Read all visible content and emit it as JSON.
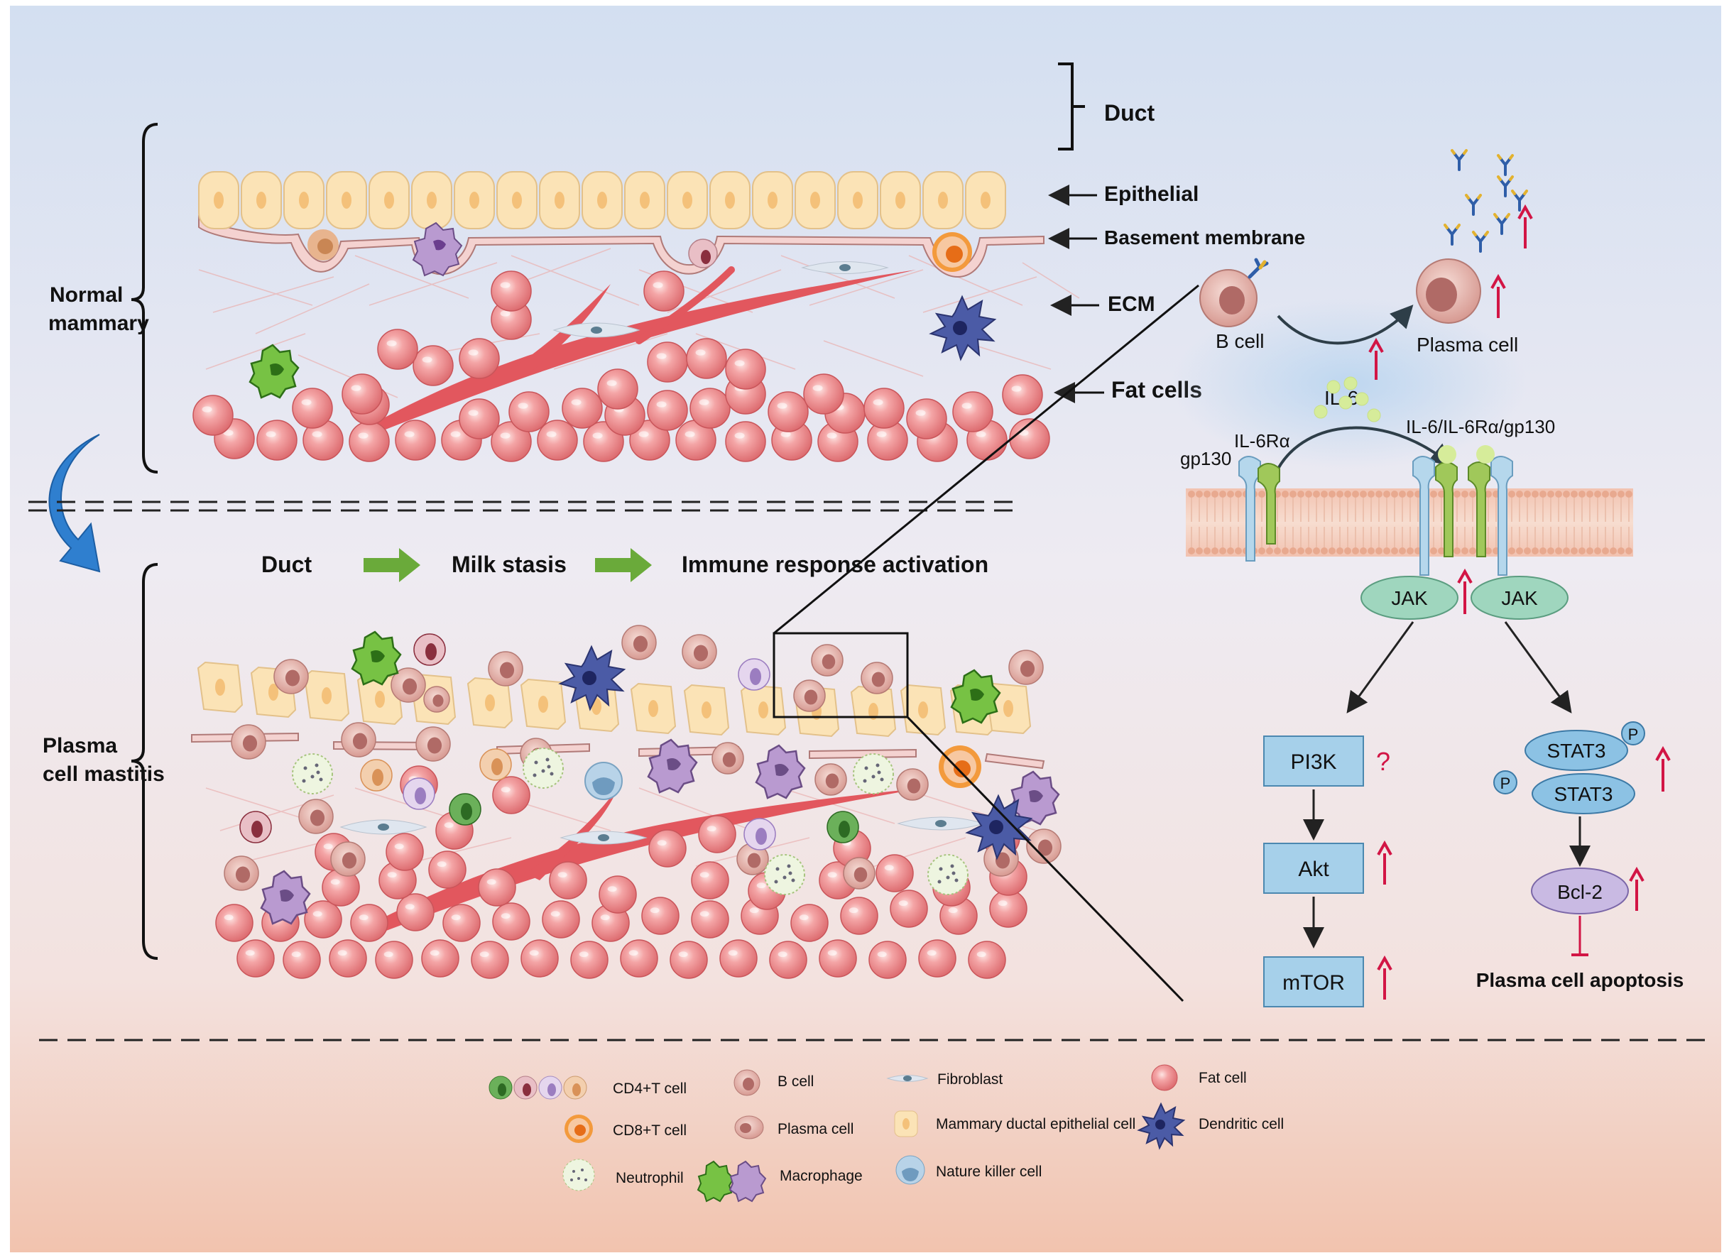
{
  "colors": {
    "bg_top": "#d6e1f2",
    "bg_mid": "#f2ecf0",
    "bg_bottom": "#f2c7b4",
    "fat_cell": "#ec8c8e",
    "epithelial": "#fbe3b6",
    "vessel": "#e2575e",
    "arrow_green": "#6aaa3a",
    "arrow_up_red": "#d21545",
    "box_blue": "#a6d0ea",
    "jak_teal": "#9fd6be",
    "stat_blue": "#8cc2e4",
    "bcl_purple": "#c9bae3",
    "curved_arrow_blue": "#3f8fd6"
  },
  "top_panel": {
    "section_label": "Normal\nmammary",
    "labels": {
      "duct": "Duct",
      "epithelial": "Epithelial",
      "basement_membrane": "Basement membrane",
      "ecm": "ECM",
      "fat_cells": "Fat cells"
    }
  },
  "bottom_panel": {
    "section_label": "Plasma\ncell mastitis",
    "flow": [
      "Duct",
      "Milk stasis",
      "Immune response activation"
    ]
  },
  "pathway": {
    "b_cell": "B cell",
    "plasma_cell": "Plasma cell",
    "il6": "IL-6",
    "il6r": "IL-6Rα",
    "gp130": "gp130",
    "complex": "IL-6/IL-6Rα/gp130",
    "jak": "JAK",
    "pi3k": "PI3K",
    "question": "?",
    "akt": "Akt",
    "mtor": "mTOR",
    "stat3": "STAT3",
    "p": "P",
    "bcl2": "Bcl-2",
    "apoptosis": "Plasma cell apoptosis"
  },
  "legend": {
    "cd4": "CD4+T cell",
    "cd8": "CD8+T cell",
    "neutrophil": "Neutrophil",
    "b_cell": "B cell",
    "plasma_cell": "Plasma cell",
    "macrophage": "Macrophage",
    "fibroblast": "Fibroblast",
    "epithelial_cell": "Mammary ductal epithelial cell",
    "nk_cell": "Nature killer cell",
    "fat_cell": "Fat cell",
    "dendritic_cell": "Dendritic cell"
  }
}
